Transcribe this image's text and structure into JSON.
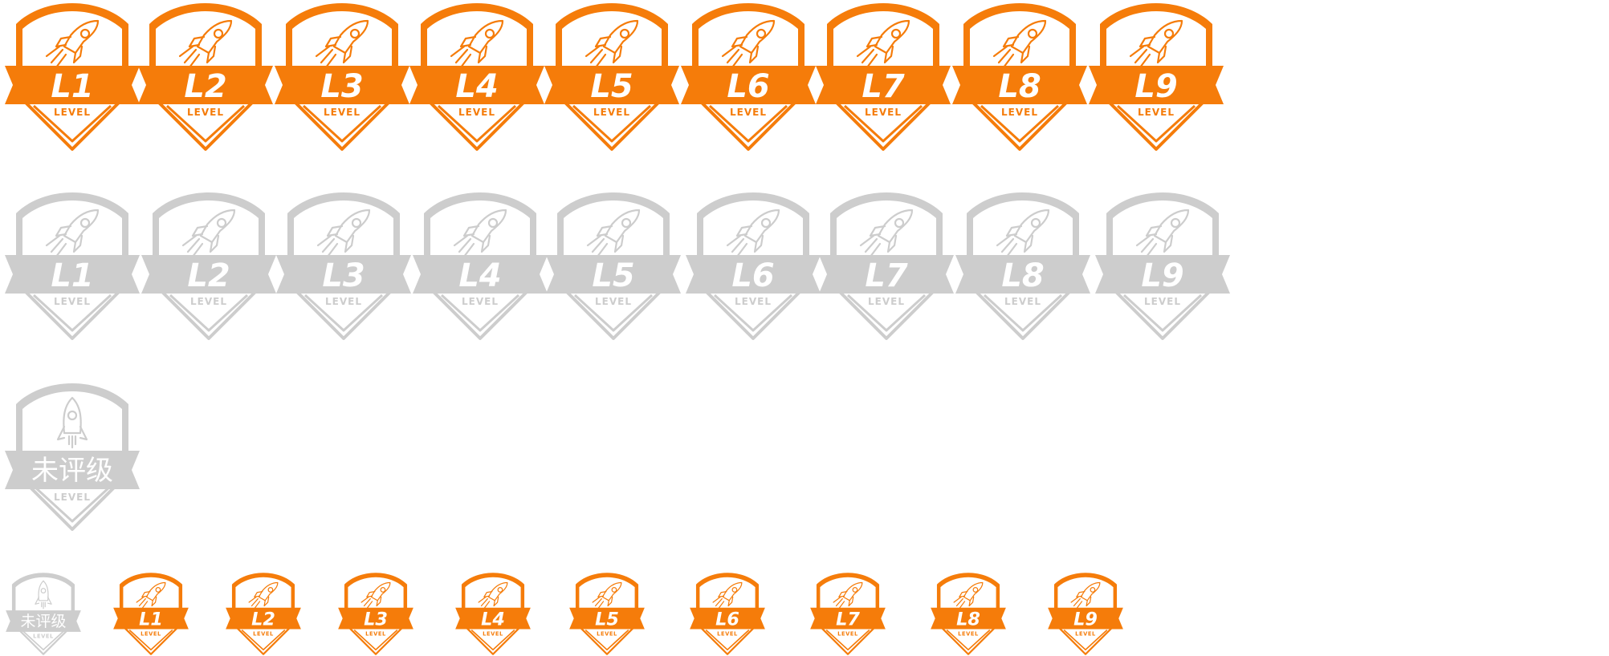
{
  "colors": {
    "active": "#f57c0a",
    "inactive": "#cdcdcd",
    "background": "#ffffff"
  },
  "badge_sub_label": "LEVEL",
  "icons": {
    "emblem": "shield-icon",
    "active_art": "rocket-icon",
    "unrated_art": "rocket-upright-icon"
  },
  "rows": {
    "active_large": [
      {
        "label": "L1"
      },
      {
        "label": "L2"
      },
      {
        "label": "L3"
      },
      {
        "label": "L4"
      },
      {
        "label": "L5"
      },
      {
        "label": "L6"
      },
      {
        "label": "L7"
      },
      {
        "label": "L8"
      },
      {
        "label": "L9"
      }
    ],
    "inactive_large": [
      {
        "label": "L1"
      },
      {
        "label": "L2"
      },
      {
        "label": "L3"
      },
      {
        "label": "L4"
      },
      {
        "label": "L5"
      },
      {
        "label": "L6"
      },
      {
        "label": "L7"
      },
      {
        "label": "L8"
      },
      {
        "label": "L9"
      }
    ],
    "unrated_large": [
      {
        "label": "未评级"
      }
    ],
    "small": [
      {
        "label": "未评级",
        "state": "unrated"
      },
      {
        "label": "L1",
        "state": "active"
      },
      {
        "label": "L2",
        "state": "active"
      },
      {
        "label": "L3",
        "state": "active"
      },
      {
        "label": "L4",
        "state": "active"
      },
      {
        "label": "L5",
        "state": "active"
      },
      {
        "label": "L6",
        "state": "active"
      },
      {
        "label": "L7",
        "state": "active"
      },
      {
        "label": "L8",
        "state": "active"
      },
      {
        "label": "L9",
        "state": "active"
      }
    ]
  }
}
